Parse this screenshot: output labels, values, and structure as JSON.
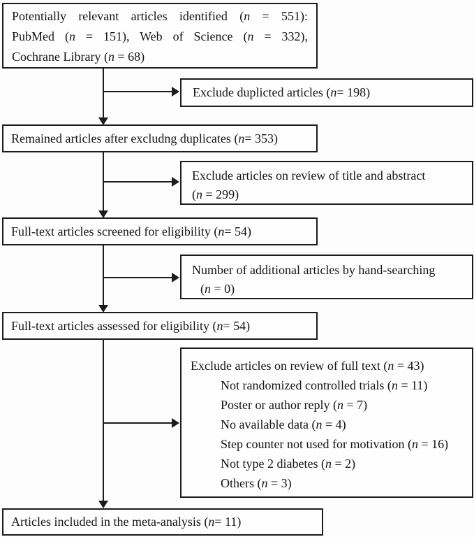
{
  "figure": {
    "type": "prisma-flow-diagram",
    "background_color": "#fdfdfd",
    "line_color": "#1c1c1c",
    "text_color": "#141414"
  },
  "boxes": {
    "identified": {
      "lines": [
        "Potentially relevant articles identified (n = 551):",
        "PubMed (n = 151), Web of Science (n = 332),",
        "Cochrane Library (n = 68)"
      ]
    },
    "exclude_duplicates": {
      "text": "Exclude duplicted articles (n = 198)"
    },
    "remained": {
      "text": "Remained articles after excludng duplicates (n = 353)"
    },
    "exclude_title_abstract": {
      "lines": [
        "Exclude articles on review of title and abstract",
        "(n = 299)"
      ]
    },
    "screened": {
      "text": "Full-text articles screened for eligibility (n = 54)"
    },
    "hand_searching": {
      "lines": [
        "Number of additional articles by hand-searching",
        "(n = 0)"
      ]
    },
    "assessed": {
      "text": "Full-text articles assessed for eligibility (n = 54)"
    },
    "exclude_full_text": {
      "header": "Exclude articles on review of full text (n = 43)",
      "items": [
        "Not randomized controlled trials (n = 11)",
        "Poster or author reply (n = 7)",
        "No available data (n = 4)",
        "Step counter not used for motivation (n = 16)",
        "Not type 2 diabetes (n = 2)",
        "Others (n = 3)"
      ]
    },
    "included": {
      "text": "Articles included in the meta-analysis (n = 11)"
    }
  }
}
